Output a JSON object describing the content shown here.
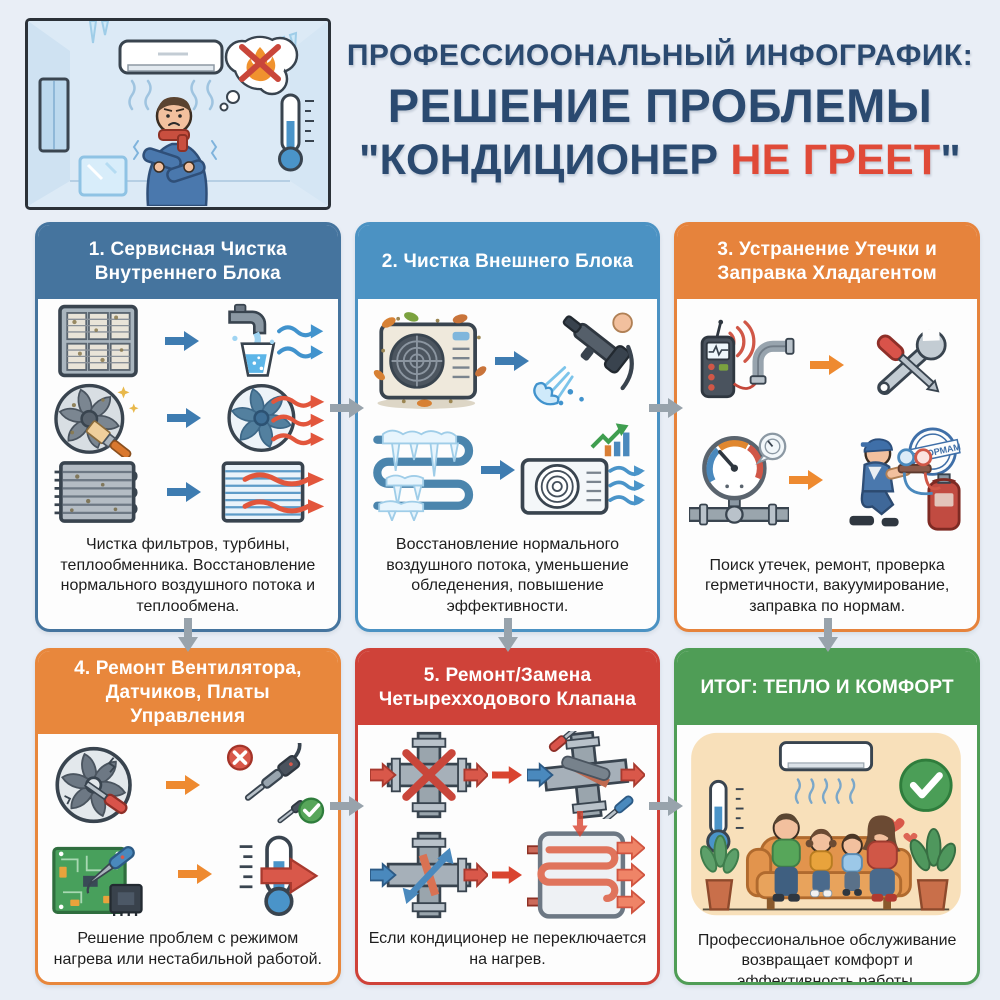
{
  "page": {
    "background": "#e9eef6"
  },
  "header": {
    "line1": "ПРОФЕССИООНАЛЬНЫЙ ИНФОГРАФИК:",
    "line2": "РЕШЕНИЕ ПРОБЛЕМЫ",
    "line3_open": "\"КОНДИЦИОНЕР ",
    "line3_accent": "НЕ ГРЕЕТ",
    "line3_close": "\"",
    "title_color": "#2b4a70",
    "accent_color": "#e04a38"
  },
  "hero_scene": {
    "icons": [
      "ac-unit-icon",
      "cold-air-waves-icon",
      "shivering-man-icon",
      "thought-bubble-icon",
      "crossed-flame-icon",
      "cold-thermometer-icon",
      "ice-block-icon",
      "window-icon",
      "icicles-icon"
    ]
  },
  "connectors": {
    "color": "#98a3ac"
  },
  "panels": [
    {
      "header": "1. Сервисная Чистка Внутреннего Блока",
      "color": "#45749e",
      "caption": "Чистка фильтров, турбины, теплообменника. Восстановление нормального воздушного потока и теплообмена.",
      "icons": [
        "dirty-filter-icon",
        "arrow-right-icon",
        "faucet-rinse-icon",
        "dirty-fan-brush-icon",
        "arrow-right-icon",
        "clean-fan-warm-air-icon",
        "dirty-coil-icon",
        "arrow-right-icon",
        "clean-coil-warm-air-icon"
      ]
    },
    {
      "header": "2. Чистка Внешнего Блока",
      "color": "#4b92c3",
      "caption": "Восстановление нормального воздушного потока, уменьшение обледенения, повышение эффективности.",
      "icons": [
        "dirty-outdoor-unit-icon",
        "arrow-right-icon",
        "pressure-washer-icon",
        "frozen-coil-icon",
        "arrow-right-icon",
        "clean-outdoor-unit-efficiency-icon"
      ]
    },
    {
      "header": "3. Устранение Утечки и Заправка Хладагентом",
      "color": "#e6833c",
      "caption": "Поиск утечек, ремонт, проверка герметичности, вакуумирование, заправка по нормам.",
      "stamp": "ПО НОРМАМ",
      "icons": [
        "leak-detector-icon",
        "arrow-right-icon",
        "crossed-tools-icon",
        "pressure-gauge-icon",
        "arrow-right-icon",
        "technician-refill-icon",
        "norm-stamp-icon",
        "refrigerant-cylinder-icon"
      ]
    },
    {
      "header": "4. Ремонт Вентилятора, Датчиков, Платы Управления",
      "color": "#e8873c",
      "caption": "Решение проблем с режимом нагрева или нестабильной работой.",
      "icons": [
        "broken-fan-icon",
        "arrow-right-icon",
        "sensors-check-icon",
        "circuit-board-repair-icon",
        "arrow-right-icon",
        "thermometer-heat-icon"
      ]
    },
    {
      "header": "5. Ремонт/Замена Четырехходового Клапана",
      "color": "#cf4239",
      "caption": "Если кондиционер не переключается на нагрев.",
      "icons": [
        "valve-blocked-icon",
        "arrow-right-icon",
        "valve-repair-icon",
        "arrow-down-icon",
        "valve-switch-icon",
        "arrow-right-icon",
        "warm-radiator-icon"
      ]
    },
    {
      "header": "ИТОГ: ТЕПЛО И КОМФОРТ",
      "color": "#4f9d56",
      "caption": "Профессиональное обслуживание возвращает комфорт и эффективность работы.",
      "icons": [
        "family-comfort-scene",
        "ac-unit-icon",
        "warm-air-waves-icon",
        "thermometer-icon",
        "check-circle-icon",
        "hearts-icon",
        "plant-icon",
        "couch-icon"
      ]
    }
  ]
}
